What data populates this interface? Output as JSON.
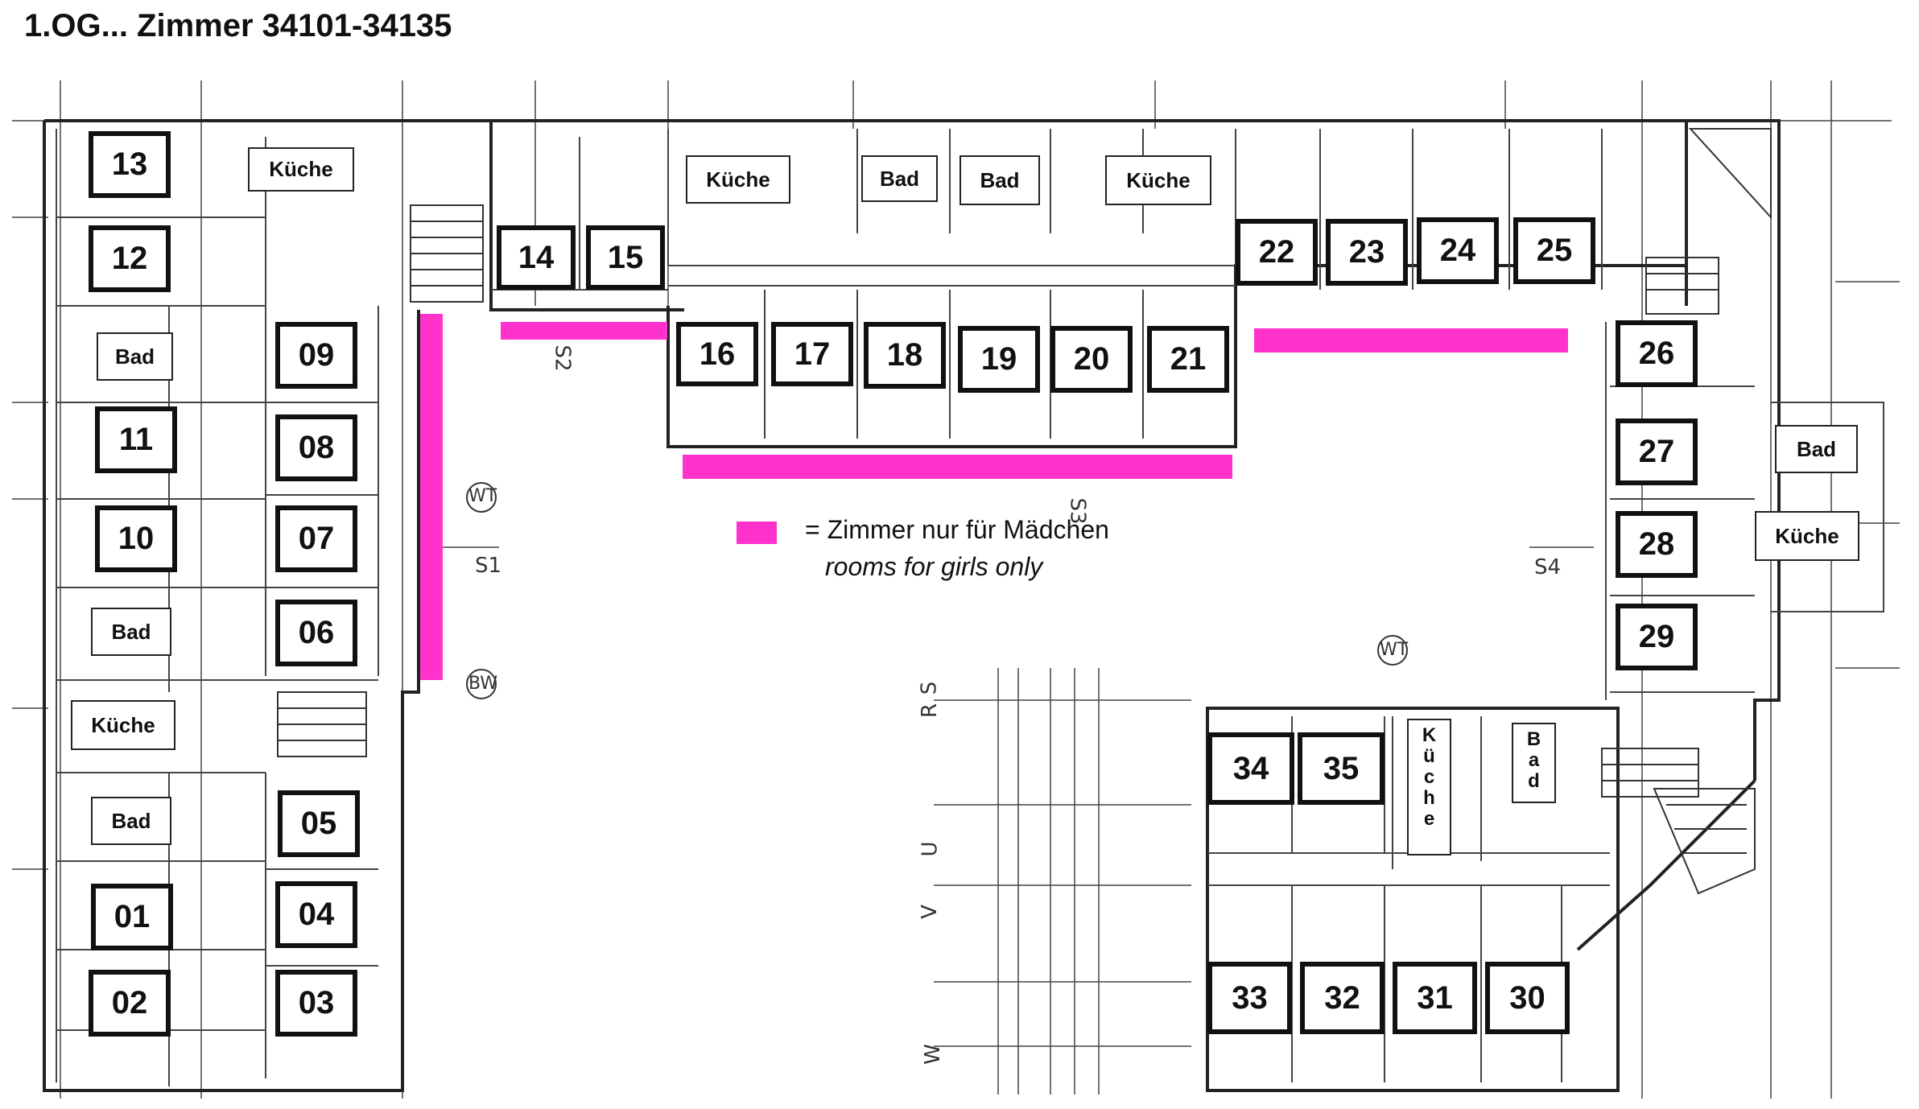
{
  "title": "1.OG... Zimmer 34101-34135",
  "colors": {
    "girls_only": "#ff33cc",
    "line": "#333333"
  },
  "rooms": {
    "r01": "01",
    "r02": "02",
    "r03": "03",
    "r04": "04",
    "r05": "05",
    "r06": "06",
    "r07": "07",
    "r08": "08",
    "r09": "09",
    "r10": "10",
    "r11": "11",
    "r12": "12",
    "r13": "13",
    "r14": "14",
    "r15": "15",
    "r16": "16",
    "r17": "17",
    "r18": "18",
    "r19": "19",
    "r20": "20",
    "r21": "21",
    "r22": "22",
    "r23": "23",
    "r24": "24",
    "r25": "25",
    "r26": "26",
    "r27": "27",
    "r28": "28",
    "r29": "29",
    "r30": "30",
    "r31": "31",
    "r32": "32",
    "r33": "33",
    "r34": "34",
    "r35": "35"
  },
  "facilities": {
    "kitchen": "Küche",
    "bath": "Bad",
    "kitchen_vertical": [
      "K",
      "ü",
      "c",
      "h",
      "e"
    ],
    "bath_vertical": [
      "B",
      "a",
      "d"
    ]
  },
  "plan_marks": {
    "wt": "WT",
    "bw": "BW",
    "s1": "S1",
    "s2": "S2",
    "s3": "S3",
    "s4": "S4",
    "axis_letters": [
      "S",
      "R",
      "U",
      "V",
      "W"
    ]
  },
  "legend": {
    "de": "= Zimmer nur für Mädchen",
    "en": "rooms for girls only"
  }
}
